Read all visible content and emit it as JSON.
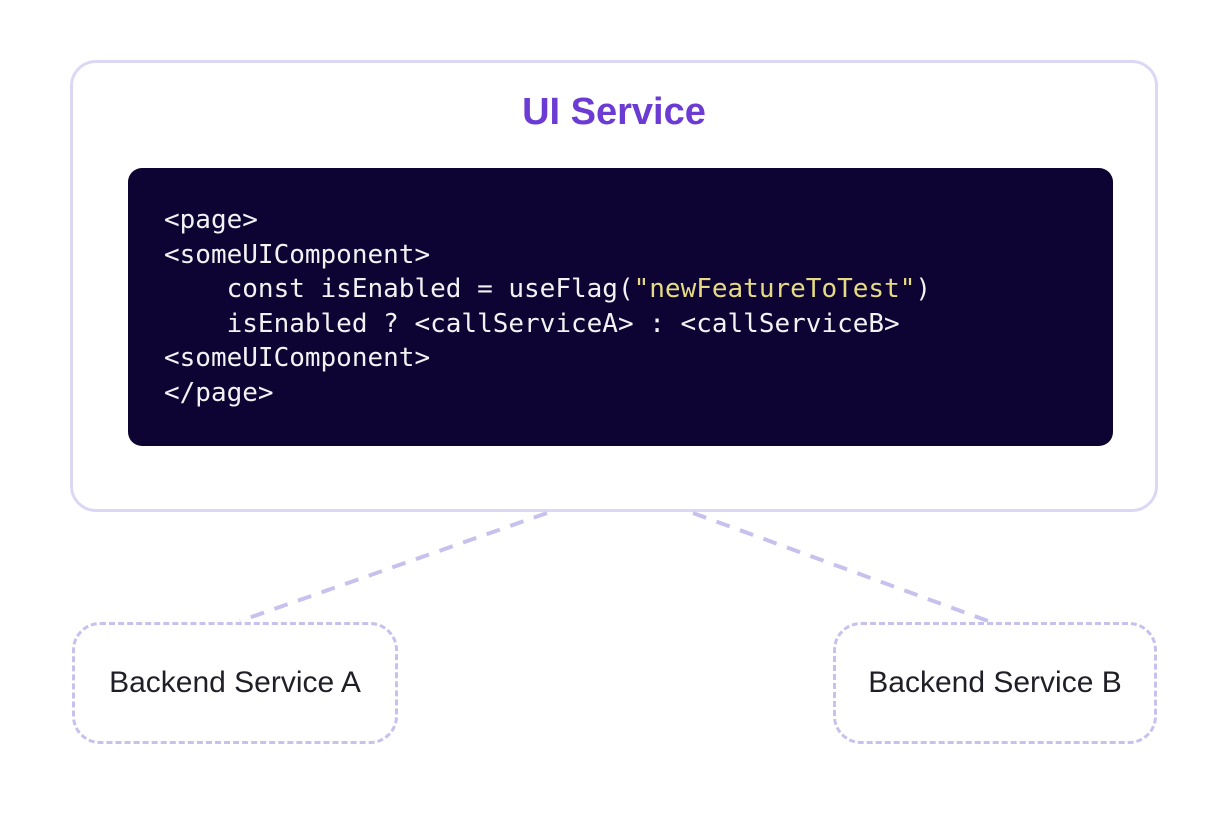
{
  "diagram": {
    "ui_service": {
      "title": "UI Service",
      "title_color": "#6c3bd3",
      "code": {
        "background_color": "#0d0433",
        "text_color": "#f2f2f2",
        "string_color": "#e6db84",
        "lines": [
          [
            {
              "t": "<page>",
              "c": "plain"
            }
          ],
          [
            {
              "t": "<someUIComponent>",
              "c": "plain"
            }
          ],
          [
            {
              "t": "    const isEnabled = useFlag(",
              "c": "plain"
            },
            {
              "t": "\"newFeatureToTest\"",
              "c": "string"
            },
            {
              "t": ")",
              "c": "plain"
            }
          ],
          [
            {
              "t": "    isEnabled ? <callServiceA> : <callServiceB>",
              "c": "plain"
            }
          ],
          [
            {
              "t": "<someUIComponent>",
              "c": "plain"
            }
          ],
          [
            {
              "t": "</page>",
              "c": "plain"
            }
          ]
        ]
      }
    },
    "backend_a": {
      "label": "Backend Service A"
    },
    "backend_b": {
      "label": "Backend Service B"
    },
    "colors": {
      "outer_border": "#dcd7f5",
      "dashed_accent": "#c7c1ed",
      "page_background": "#ffffff"
    }
  }
}
